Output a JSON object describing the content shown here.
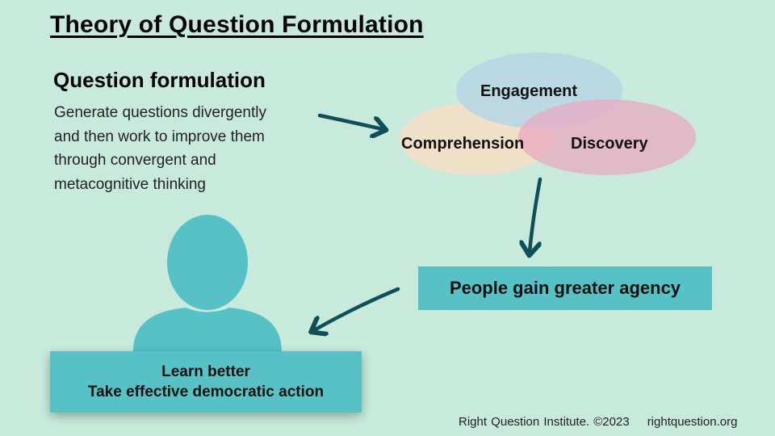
{
  "title": "Theory of Question Formulation",
  "question_formulation": {
    "heading": "Question formulation",
    "lines": [
      "Generate questions divergently",
      "and then work to improve them",
      "through convergent and",
      "metacognitive thinking"
    ]
  },
  "venn": {
    "engagement": "Engagement",
    "comprehension": "Comprehension",
    "discovery": "Discovery"
  },
  "agency": "People gain greater agency",
  "outcomes": [
    "Learn better",
    "Take effective democratic action"
  ],
  "footer": {
    "credit": "Right Question Institute. ©2023",
    "url": "rightquestion.org"
  },
  "colors": {
    "background": "#c8eadc",
    "teal": "#57c2c6",
    "arrow": "#0f4f5c",
    "engagement": "#b9d7e6",
    "comprehension": "#f2dfc6",
    "discovery": "#e9b3c8"
  }
}
